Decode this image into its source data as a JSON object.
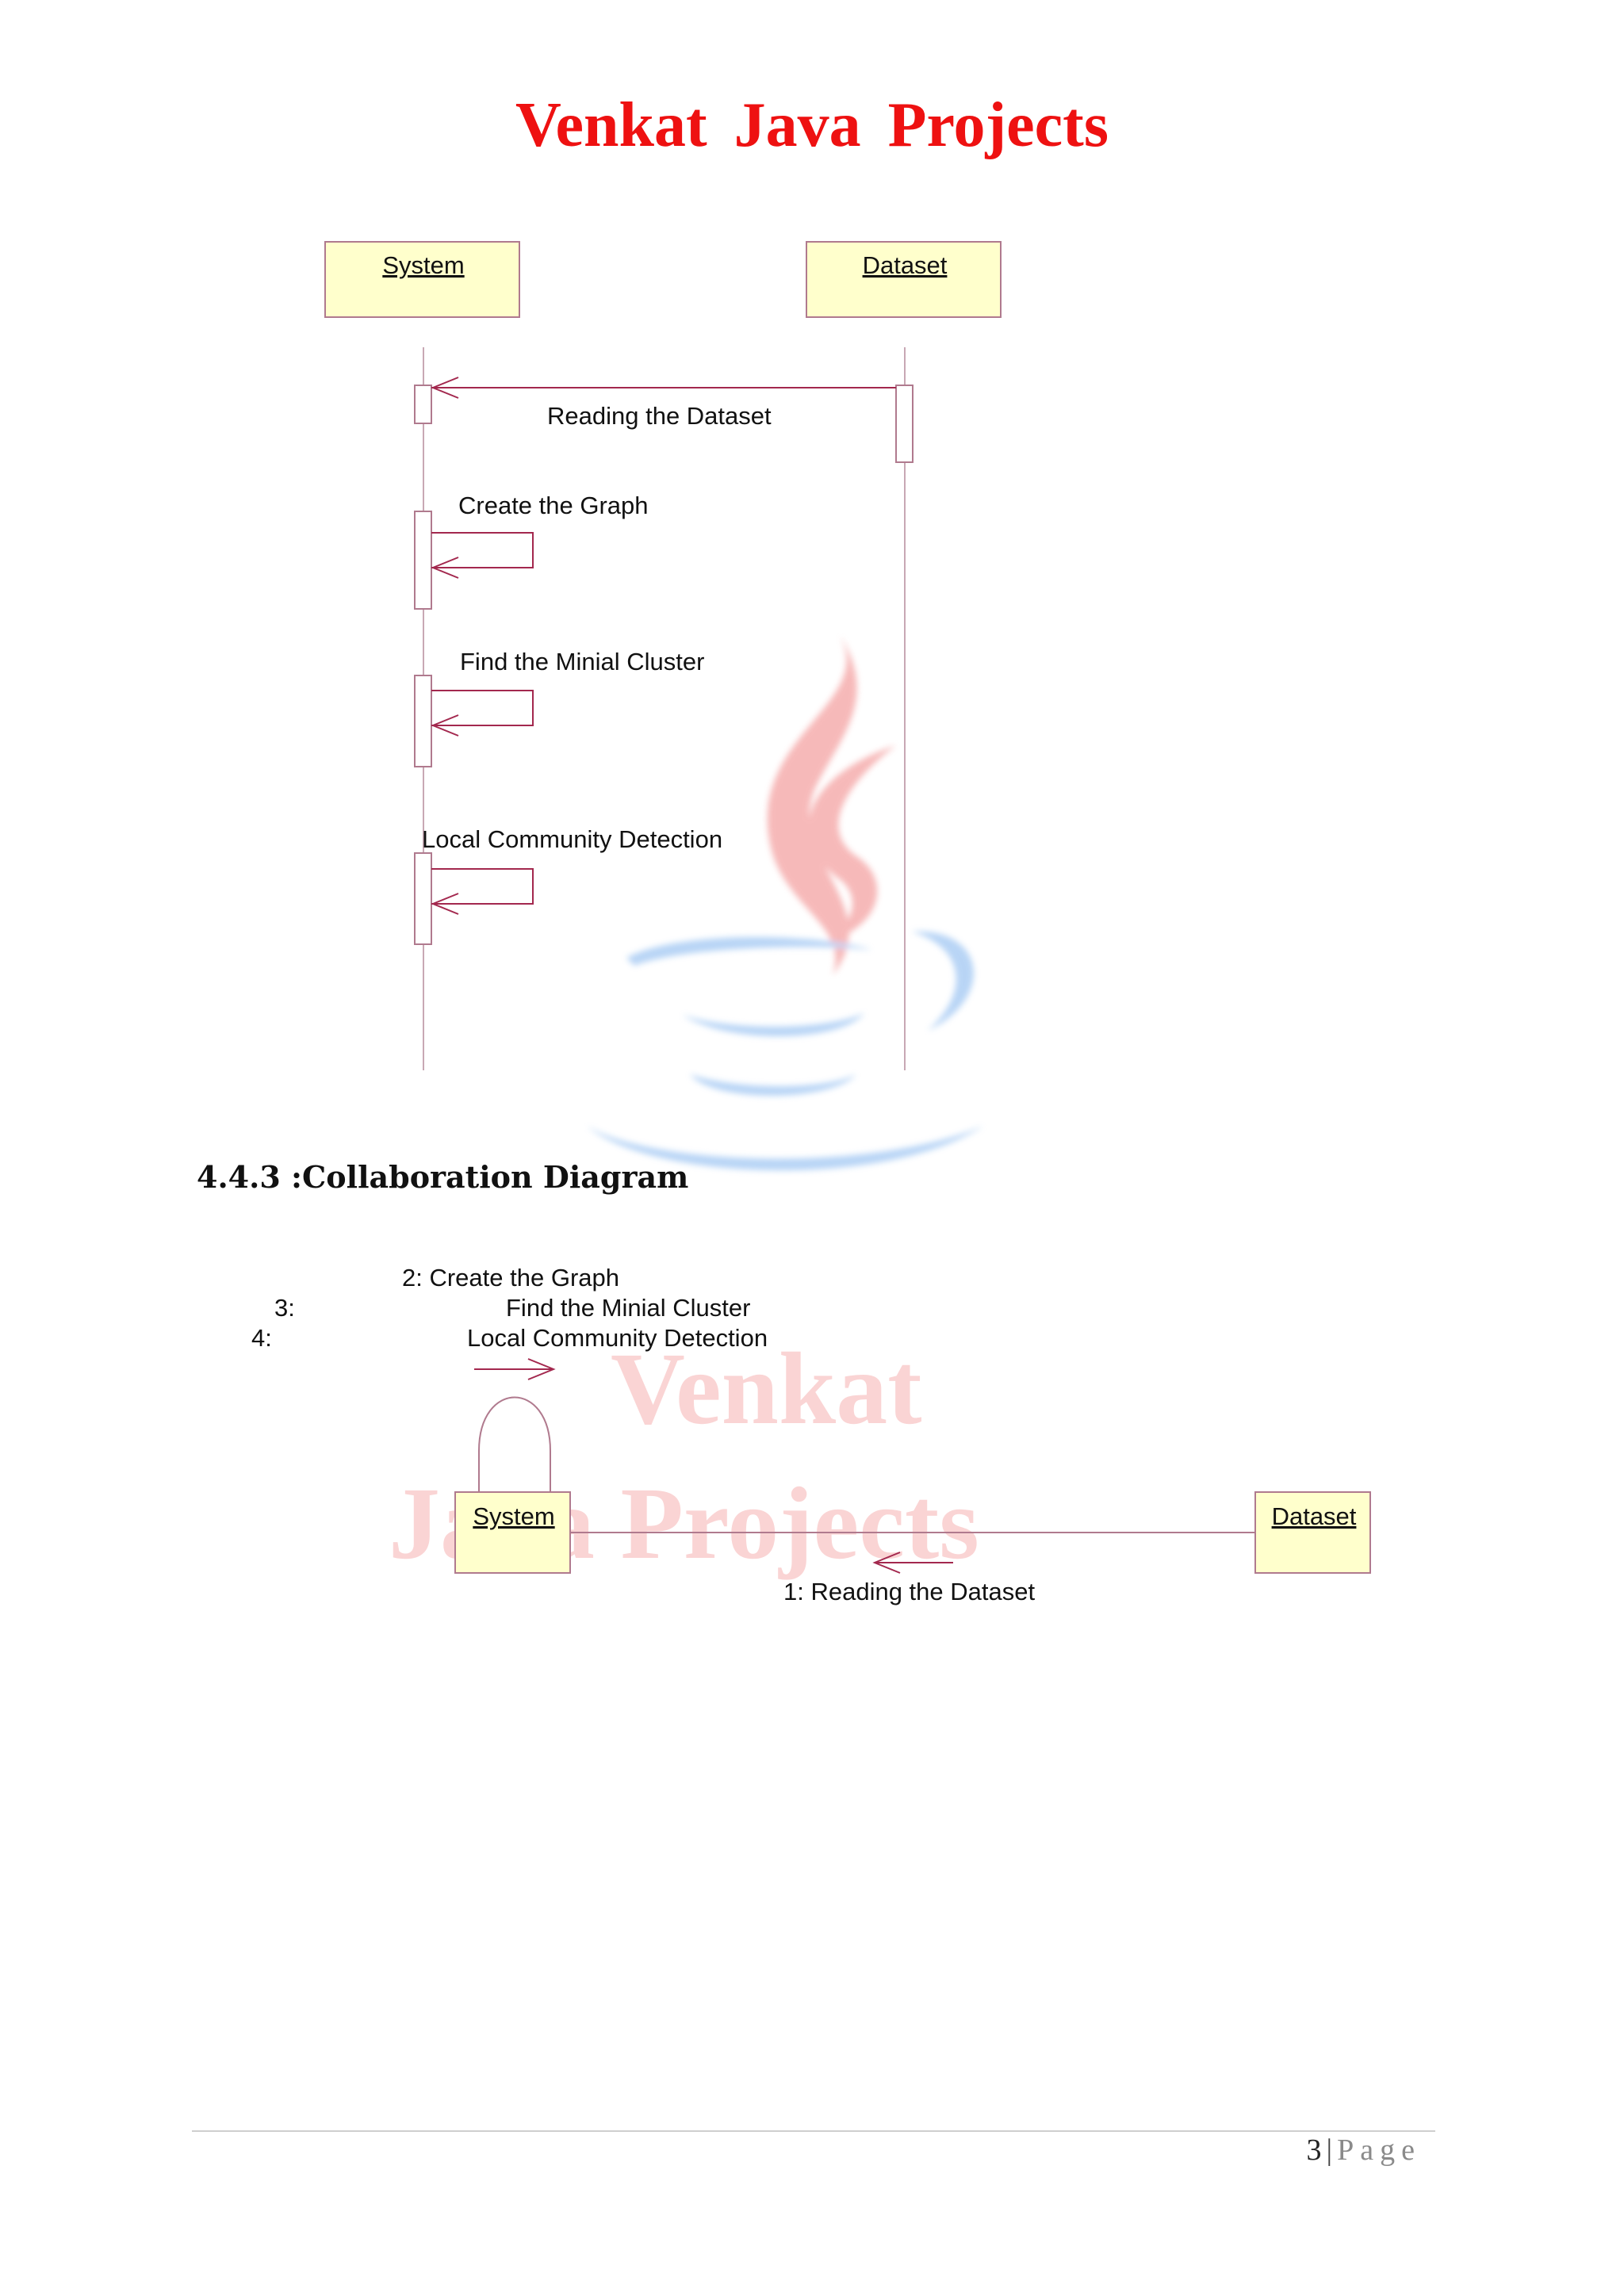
{
  "header": {
    "title": "Venkat Java Projects"
  },
  "sequence_diagram": {
    "lifelines": [
      {
        "id": "system",
        "label": "System"
      },
      {
        "id": "dataset",
        "label": "Dataset"
      }
    ],
    "messages": [
      {
        "label": "Reading the Dataset",
        "from": "dataset",
        "to": "system"
      },
      {
        "label": "Create the Graph",
        "from": "system",
        "to": "system"
      },
      {
        "label": "Find the Minial Cluster",
        "from": "system",
        "to": "system"
      },
      {
        "label": "Local Community Detection",
        "from": "system",
        "to": "system"
      }
    ]
  },
  "section": {
    "heading": "4.4.3 :Collaboration Diagram"
  },
  "collaboration_diagram": {
    "objects": [
      {
        "id": "system",
        "label": "System"
      },
      {
        "id": "dataset",
        "label": "Dataset"
      }
    ],
    "self_messages": {
      "line1": "2: Create the Graph",
      "num3": "3:",
      "text3": "Find the Minial Cluster",
      "num4": "4:",
      "text4": "Local Community Detection"
    },
    "link_message": "1: Reading the Dataset"
  },
  "watermark": {
    "line1": "Venkat",
    "line2": "Java Projects"
  },
  "footer": {
    "page_number": "3",
    "separator": "|",
    "page_word": "Page"
  },
  "colors": {
    "title": "#ee1111",
    "object_fill": "#ffffcc",
    "object_border": "#b07a8e",
    "message_line": "#a3284e",
    "watermark_flame": "#f08080",
    "watermark_cup": "#7fb2ee"
  }
}
